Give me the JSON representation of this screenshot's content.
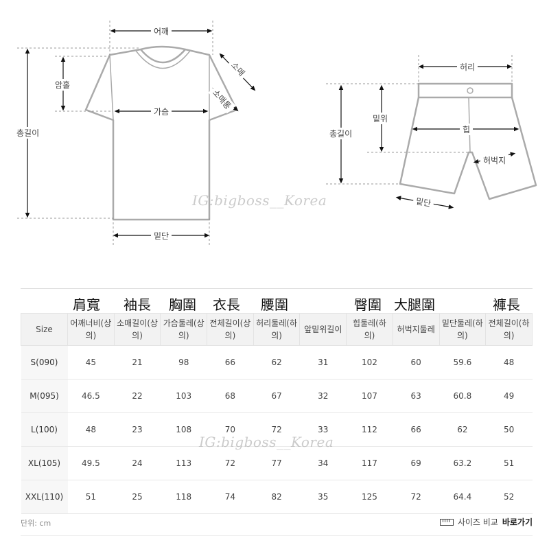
{
  "diagram": {
    "tshirt": {
      "shoulder": "어깨",
      "sleeve": "소매",
      "cuff": "소매통",
      "armhole": "암홀",
      "chest": "가슴",
      "length": "총길이",
      "hem": "밑단"
    },
    "shorts": {
      "waist": "허리",
      "rise": "밑위",
      "hip": "힙",
      "thigh": "허벅지",
      "length": "총길이",
      "hem": "밑단"
    },
    "watermark": "IG:bigboss__Korea"
  },
  "cjk_headers": [
    "肩寬",
    "袖長",
    "胸圍",
    "衣長",
    "腰圍",
    "臀圍",
    "大腿圍",
    "褲長"
  ],
  "table": {
    "columns": [
      "Size",
      "어깨너비(상의)",
      "소매길이(상의)",
      "가슴둘레(상의)",
      "전체길이(상의)",
      "허리둘레(하의)",
      "앞밑위길이",
      "힙둘레(하의)",
      "허벅지둘레",
      "밑단둘레(하의)",
      "전체길이(하의)"
    ],
    "rows": [
      [
        "S(090)",
        "45",
        "21",
        "98",
        "66",
        "62",
        "31",
        "102",
        "60",
        "59.6",
        "48"
      ],
      [
        "M(095)",
        "46.5",
        "22",
        "103",
        "68",
        "67",
        "32",
        "107",
        "63",
        "60.8",
        "49"
      ],
      [
        "L(100)",
        "48",
        "23",
        "108",
        "70",
        "72",
        "33",
        "112",
        "66",
        "62",
        "50"
      ],
      [
        "XL(105)",
        "49.5",
        "24",
        "113",
        "72",
        "77",
        "34",
        "117",
        "69",
        "63.2",
        "51"
      ],
      [
        "XXL(110)",
        "51",
        "25",
        "118",
        "74",
        "82",
        "35",
        "125",
        "72",
        "64.4",
        "52"
      ]
    ],
    "watermark": "IG:bigboss__Korea"
  },
  "footer": {
    "unit": "단위: cm",
    "compare_prefix": "사이즈 비교",
    "compare_link": "바로가기",
    "compare_icon": "ruler-icon"
  }
}
